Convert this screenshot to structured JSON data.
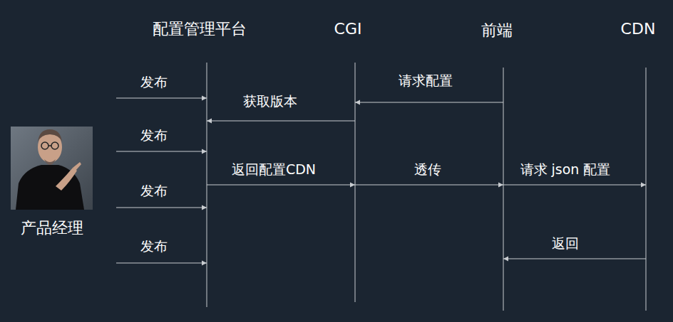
{
  "diagram": {
    "nodes": [
      {
        "text": [
          "配置管理平台"
        ]
      },
      {
        "text": [
          "CGI"
        ]
      },
      {
        "text": [
          "前端"
        ]
      },
      {
        "text": [
          "CDN"
        ]
      },
      {
        "text": [
          "产品经理"
        ]
      }
    ],
    "edges": [
      {
        "from": 4,
        "to": 0,
        "arrow": "to",
        "label": "发布"
      },
      {
        "from": 2,
        "to": 1,
        "arrow": "to",
        "label": "请求配置"
      },
      {
        "from": 1,
        "to": 0,
        "arrow": "to",
        "label": "获取版本"
      },
      {
        "from": 4,
        "to": 0,
        "arrow": "to",
        "label": "发布"
      },
      {
        "from": 0,
        "to": 1,
        "arrow": "to",
        "label": "返回配置CDN"
      },
      {
        "from": 1,
        "to": 2,
        "arrow": "to",
        "label": "透传"
      },
      {
        "from": 2,
        "to": 3,
        "arrow": "to",
        "label": "请求 json 配置"
      },
      {
        "from": 4,
        "to": 0,
        "arrow": "to",
        "label": "发布"
      },
      {
        "from": 3,
        "to": 2,
        "arrow": "to",
        "label": "返回"
      },
      {
        "from": 4,
        "to": 0,
        "arrow": "to",
        "label": "发布"
      }
    ]
  }
}
